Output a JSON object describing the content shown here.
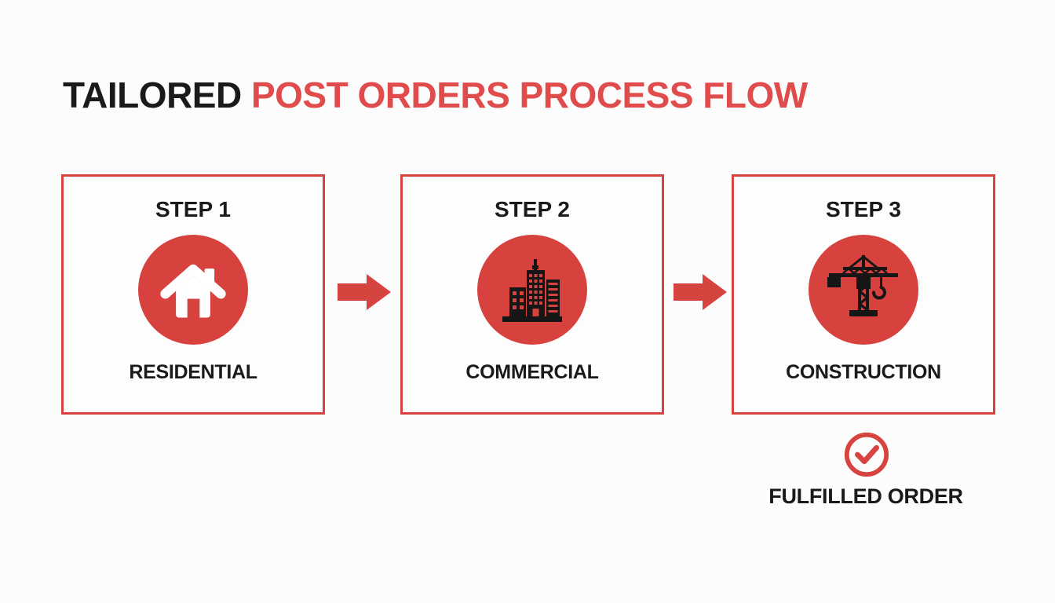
{
  "title": {
    "black_part": "TAILORED",
    "red_part": "POST ORDERS PROCESS FLOW"
  },
  "steps": [
    {
      "step_label": "STEP 1",
      "name": "RESIDENTIAL",
      "icon": "house-icon"
    },
    {
      "step_label": "STEP 2",
      "name": "COMMERCIAL",
      "icon": "building-icon"
    },
    {
      "step_label": "STEP 3",
      "name": "CONSTRUCTION",
      "icon": "crane-icon"
    }
  ],
  "flow": {
    "arrow_icon": "red-right-arrow-icon",
    "arrow_count": 2
  },
  "result": {
    "label": "FULFILLED ORDER",
    "icon": "check-circle-icon"
  },
  "colors": {
    "accent_red": "#d6443f",
    "title_red": "#e04b4b",
    "circle_red": "#d8423e",
    "text_black": "#1a1a1a",
    "icon_black": "#161616",
    "background": "#fcfcfc",
    "box_background": "#fdfdfd"
  }
}
